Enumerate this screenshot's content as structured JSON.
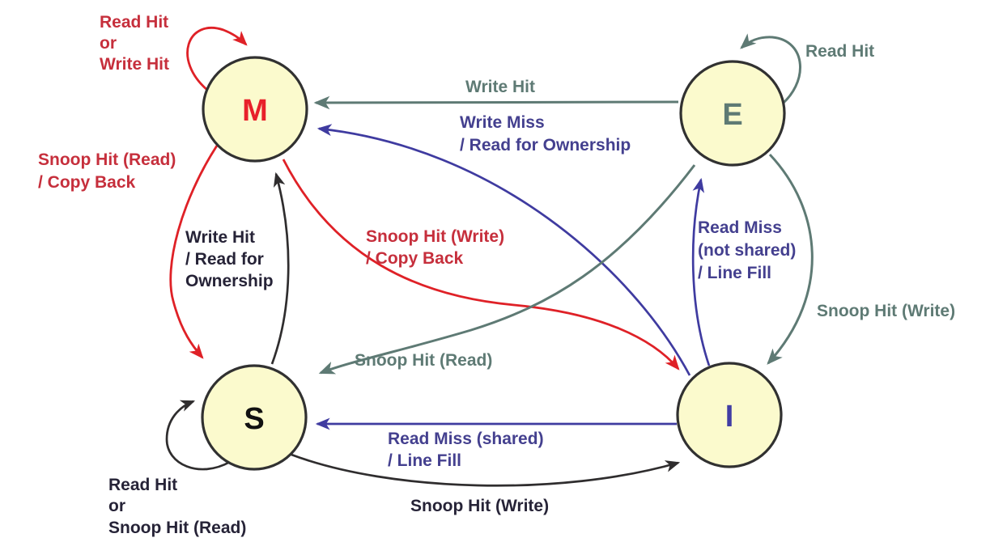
{
  "diagram": {
    "type": "state-diagram",
    "subject": "MESI cache coherence protocol",
    "colors": {
      "node_fill": "#FBFACD",
      "node_border": "#313131",
      "red_text": "#C62F3C",
      "red_arrow": "#DF2127",
      "gray": "#5E7A74",
      "purple_text": "#44408F",
      "purple_arrow": "#3F3BA0",
      "black_text": "#262337",
      "black_arrow": "#2F2D2E",
      "letter_m": "#E8202A",
      "letter_e": "#5E7A74",
      "letter_s": "#111111",
      "letter_i": "#413DA4"
    },
    "states": {
      "m": {
        "label": "M"
      },
      "e": {
        "label": "E"
      },
      "s": {
        "label": "S"
      },
      "i": {
        "label": "I"
      }
    },
    "transitions": {
      "m_self": {
        "from": "M",
        "to": "M",
        "lines": [
          "Read Hit",
          "or",
          "Write Hit"
        ]
      },
      "e_self": {
        "from": "E",
        "to": "E",
        "lines": [
          "Read Hit"
        ]
      },
      "e_to_m": {
        "from": "E",
        "to": "M",
        "lines": [
          "Write Hit"
        ]
      },
      "i_to_m": {
        "from": "I",
        "to": "M",
        "lines": [
          "Write Miss",
          "/ Read for Ownership"
        ]
      },
      "m_to_s": {
        "from": "M",
        "to": "S",
        "lines": [
          "Snoop Hit (Read)",
          "/ Copy Back"
        ]
      },
      "s_to_m": {
        "from": "S",
        "to": "M",
        "lines": [
          "Write Hit",
          "/ Read for",
          "Ownership"
        ]
      },
      "m_to_i": {
        "from": "M",
        "to": "I",
        "lines": [
          "Snoop Hit (Write)",
          "/ Copy Back"
        ]
      },
      "i_to_e": {
        "from": "I",
        "to": "E",
        "lines": [
          "Read Miss",
          "(not shared)",
          "/ Line Fill"
        ]
      },
      "e_to_i": {
        "from": "E",
        "to": "I",
        "lines": [
          "Snoop Hit (Write)"
        ]
      },
      "e_to_s": {
        "from": "E",
        "to": "S",
        "lines": [
          "Snoop Hit (Read)"
        ]
      },
      "i_to_s": {
        "from": "I",
        "to": "S",
        "lines": [
          "Read Miss (shared)",
          "/ Line Fill"
        ]
      },
      "s_to_i": {
        "from": "S",
        "to": "I",
        "lines": [
          "Snoop Hit (Write)"
        ]
      },
      "s_self": {
        "from": "S",
        "to": "S",
        "lines": [
          "Read Hit",
          "or",
          "Snoop Hit (Read)"
        ]
      }
    }
  }
}
